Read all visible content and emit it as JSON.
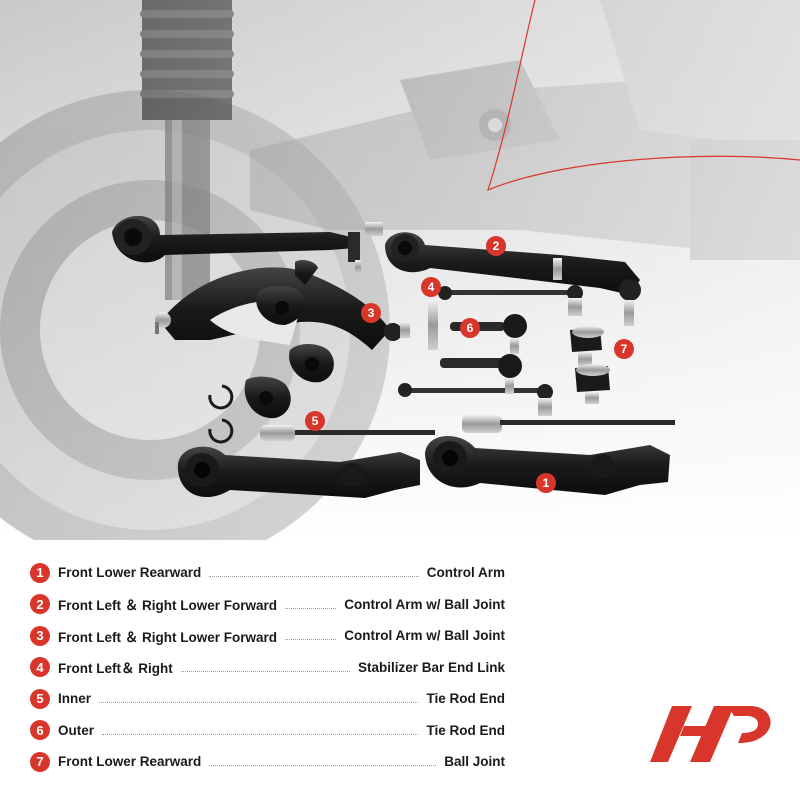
{
  "legend": [
    {
      "number": "1",
      "name": "Front Lower Rearward",
      "part": "Control Arm"
    },
    {
      "number": "2",
      "name": "Front Left ＆ Right Lower Forward",
      "part": "Control Arm w/ Ball Joint"
    },
    {
      "number": "3",
      "name": "Front Left ＆ Right Lower Forward",
      "part": "Control Arm w/ Ball Joint"
    },
    {
      "number": "4",
      "name": "Front Left＆ Right",
      "part": "Stabilizer Bar End Link"
    },
    {
      "number": "5",
      "name": "Inner",
      "part": "Tie Rod End"
    },
    {
      "number": "6",
      "name": "Outer",
      "part": "Tie Rod End"
    },
    {
      "number": "7",
      "name": "Front Lower Rearward",
      "part": "Ball Joint"
    }
  ],
  "callouts": [
    "1",
    "2",
    "3",
    "4",
    "5",
    "6",
    "7"
  ],
  "colors": {
    "accent": "#d9362b",
    "part": "#1c1c1c",
    "background_photo": "#d8d8d8"
  },
  "brand": {
    "logo_icon": "a-premium-logo-icon"
  }
}
